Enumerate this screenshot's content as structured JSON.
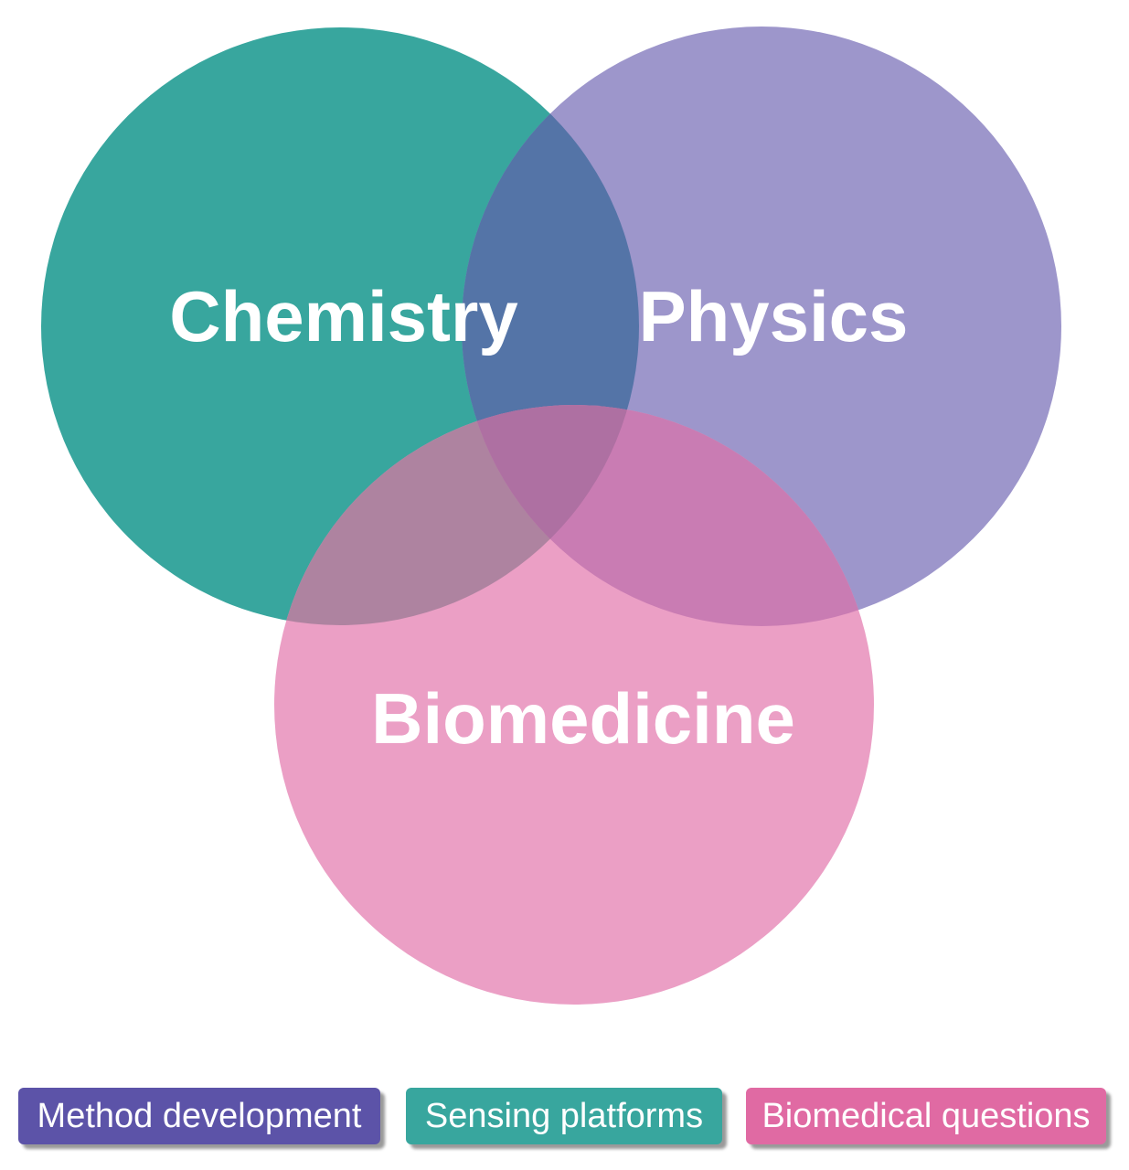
{
  "diagram": {
    "circles": [
      {
        "label": "Chemistry",
        "color": "#38a69e"
      },
      {
        "label": "Physics",
        "color": "#9d96cb"
      },
      {
        "label": "Biomedicine",
        "color": "#eb9fc5"
      }
    ],
    "overlap_colors": {
      "chemistry_physics": "#5474a7",
      "chemistry_biomedicine": "#ae83a0",
      "physics_biomedicine": "#c97cb3",
      "all": "#ae70a2"
    }
  },
  "legend": [
    {
      "label": "Method development",
      "color": "#5c53a8"
    },
    {
      "label": "Sensing platforms",
      "color": "#38a69e"
    },
    {
      "label": "Biomedical questions",
      "color": "#e06aa3"
    }
  ]
}
